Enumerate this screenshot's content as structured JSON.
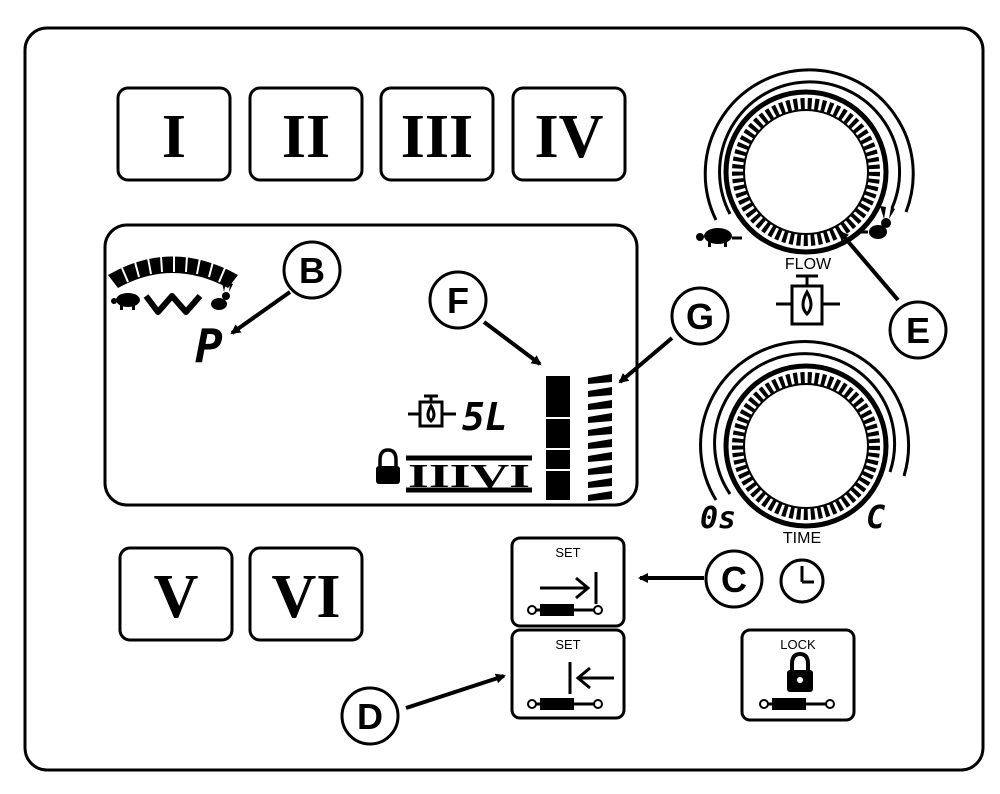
{
  "program_buttons": [
    {
      "label": "I"
    },
    {
      "label": "II"
    },
    {
      "label": "III"
    },
    {
      "label": "IV"
    },
    {
      "label": "V"
    },
    {
      "label": "VI"
    }
  ],
  "display": {
    "mode_letter": "P",
    "sl_text": "5L",
    "program_text": "IIIVI"
  },
  "callouts": {
    "b": "B",
    "c": "C",
    "d": "D",
    "e": "E",
    "f": "F",
    "g": "G"
  },
  "flow_knob": {
    "label": "FLOW"
  },
  "time_knob": {
    "label": "TIME",
    "min_label": "0s",
    "max_label": "C"
  },
  "set_buttons": [
    {
      "title": "SET"
    },
    {
      "title": "SET"
    }
  ],
  "lock_button": {
    "title": "LOCK"
  }
}
